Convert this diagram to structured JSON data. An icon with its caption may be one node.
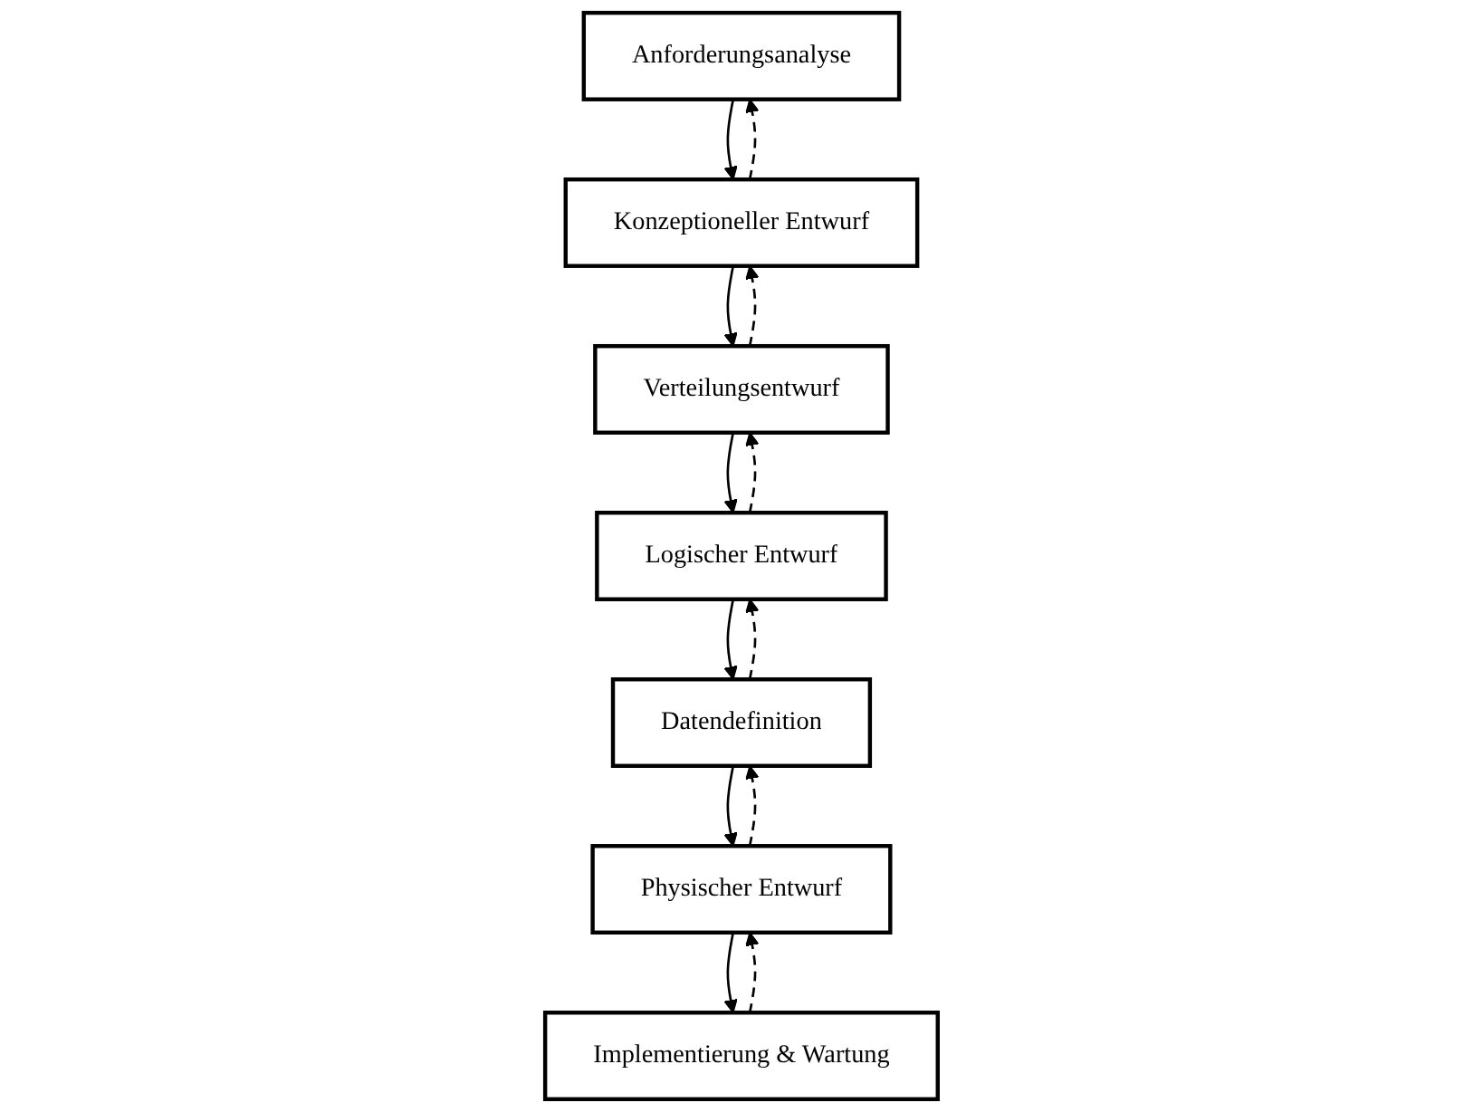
{
  "diagram": {
    "nodes": [
      {
        "text": [
          "Anforderungsanalyse"
        ]
      },
      {
        "text": [
          "Konzeptioneller Entwurf"
        ]
      },
      {
        "text": [
          "Verteilungsentwurf"
        ]
      },
      {
        "text": [
          "Logischer Entwurf"
        ]
      },
      {
        "text": [
          "Datendefinition"
        ]
      },
      {
        "text": [
          "Physischer Entwurf"
        ]
      },
      {
        "text": [
          "Implementierung & Wartung"
        ]
      }
    ],
    "edges": [
      {
        "from": 0,
        "to": 1,
        "arrow": "to"
      },
      {
        "from": 1,
        "to": 2,
        "arrow": "to"
      },
      {
        "from": 2,
        "to": 3,
        "arrow": "to"
      },
      {
        "from": 3,
        "to": 4,
        "arrow": "to"
      },
      {
        "from": 4,
        "to": 5,
        "arrow": "to"
      },
      {
        "from": 5,
        "to": 6,
        "arrow": "to"
      },
      {
        "from": 1,
        "to": 0,
        "arrow": "to",
        "style": "dashed"
      },
      {
        "from": 2,
        "to": 1,
        "arrow": "to",
        "style": "dashed"
      },
      {
        "from": 3,
        "to": 2,
        "arrow": "to",
        "style": "dashed"
      },
      {
        "from": 4,
        "to": 3,
        "arrow": "to",
        "style": "dashed"
      },
      {
        "from": 5,
        "to": 4,
        "arrow": "to",
        "style": "dashed"
      },
      {
        "from": 6,
        "to": 5,
        "arrow": "to",
        "style": "dashed"
      }
    ]
  }
}
